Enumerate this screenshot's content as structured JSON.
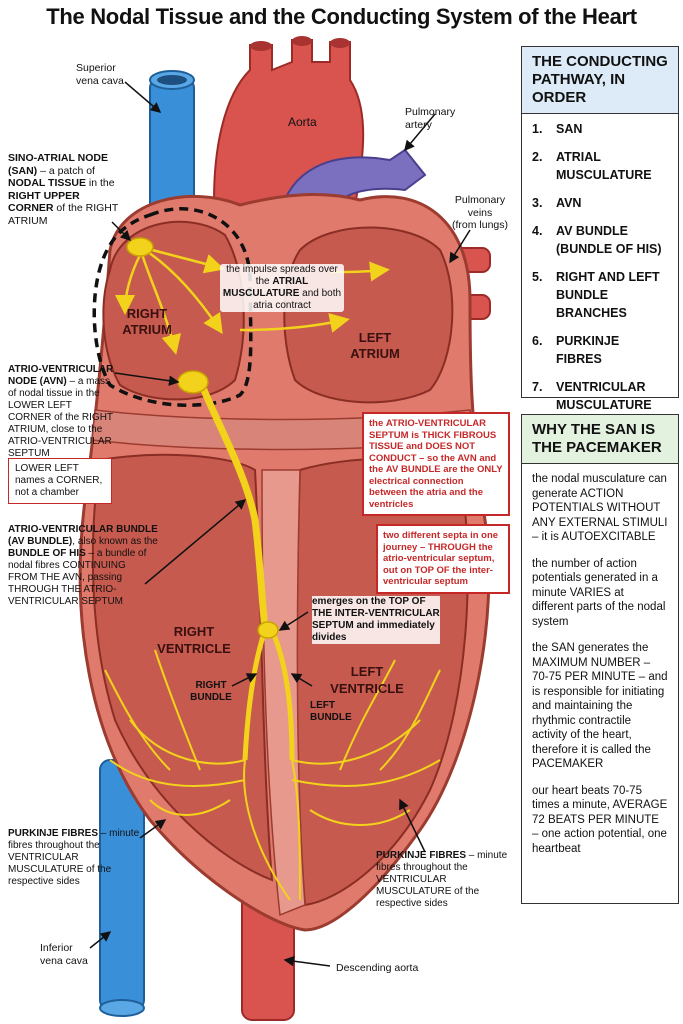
{
  "title": "The Nodal Tissue and the Conducting System of the Heart",
  "colors": {
    "vein_blue": "#3a8fd9",
    "artery_red": "#d9534f",
    "pulmonary_purple": "#7b6fbf",
    "conduction_yellow": "#f2d21b",
    "warning_red": "#c62828"
  },
  "vessels": {
    "svc": "Superior\nvena cava",
    "aorta": "Aorta",
    "pulmonary_artery": "Pulmonary\nartery",
    "pulmonary_veins": "Pulmonary\nveins\n(from lungs)",
    "ivc": "Inferior\nvena cava",
    "descending_aorta": "Descending aorta"
  },
  "chambers": {
    "right_atrium": "RIGHT\nATRIUM",
    "left_atrium": "LEFT\nATRIUM",
    "right_ventricle": "RIGHT\nVENTRICLE",
    "left_ventricle": "LEFT\nVENTRICLE"
  },
  "labels": {
    "san": {
      "b1": "SINO-ATRIAL NODE (SAN)",
      "t1": " – a patch of ",
      "b2": "NODAL TISSUE",
      "t2": " in the ",
      "b3": "RIGHT UPPER CORNER",
      "t3": " of the RIGHT ATRIUM"
    },
    "impulse": {
      "t1": "the impulse spreads over the ",
      "b1": "ATRIAL MUSCULATURE",
      "t2": " and both atria contract"
    },
    "avn": {
      "b1": "ATRIO-VENTRICULAR NODE (AVN)",
      "t1": " – a mass of nodal tissue in the LOWER LEFT CORNER of the RIGHT ATRIUM, close to the ATRIO-VENTRICULAR SEPTUM"
    },
    "lower_left_note": "LOWER LEFT names a CORNER, not a chamber",
    "av_bundle": {
      "b1": "ATRIO-VENTRICULAR BUNDLE (AV BUNDLE)",
      "t1": ", also known as the ",
      "b2": "BUNDLE OF HIS",
      "t2": " – a bundle of nodal fibres CONTINUING FROM THE AVN, passing THROUGH THE ATRIO-VENTRICULAR SEPTUM"
    },
    "septum_warning": {
      "t1": "the ",
      "b1": "ATRIO-VENTRICULAR SEPTUM",
      "t2": " is ",
      "b2": "THICK FIBROUS TISSUE",
      "t3": " and ",
      "b3": "DOES NOT CONDUCT",
      "t4": " – so the AVN and the ",
      "b4": "AV BUNDLE",
      "t5": " are the ",
      "b5": "ONLY",
      "t6": " electrical connection between the atria and the ventricles"
    },
    "two_septa": "two different septa in one journey – THROUGH the atrio-ventricular septum, out on TOP OF the inter-ventricular septum",
    "emerges": "emerges on the TOP OF THE INTER-VENTRICULAR SEPTUM and immediately divides",
    "right_bundle": "RIGHT\nBUNDLE",
    "left_bundle": "LEFT\nBUNDLE",
    "purkinje_left": {
      "b1": "PURKINJE FIBRES",
      "t1": " – minute fibres throughout the VENTRICULAR MUSCULATURE of the respective sides"
    },
    "purkinje_right": {
      "b1": "PURKINJE FIBRES",
      "t1": " – minute fibres throughout the VENTRICULAR MUSCULATURE of the respective sides"
    }
  },
  "pathway": {
    "heading": "THE CONDUCTING PATHWAY, IN ORDER",
    "steps": [
      {
        "n": "1.",
        "text": "SAN"
      },
      {
        "n": "2.",
        "text": "ATRIAL MUSCULATURE"
      },
      {
        "n": "3.",
        "text": "AVN"
      },
      {
        "n": "4.",
        "text": "AV BUNDLE (BUNDLE OF HIS)"
      },
      {
        "n": "5.",
        "text": "RIGHT AND LEFT BUNDLE BRANCHES"
      },
      {
        "n": "6.",
        "text": "PURKINJE FIBRES"
      },
      {
        "n": "7.",
        "text": "VENTRICULAR MUSCULATURE"
      }
    ]
  },
  "pacemaker": {
    "heading": "WHY THE SAN IS THE PACEMAKER",
    "p1": "the nodal musculature can generate ACTION POTENTIALS WITHOUT ANY EXTERNAL STIMULI – it is AUTOEXCITABLE",
    "p2": "the number of action potentials generated in a minute VARIES at different parts of the nodal system",
    "p3": "the SAN generates the MAXIMUM NUMBER – 70-75 PER MINUTE – and is responsible for initiating and maintaining the rhythmic contractile activity of the heart, therefore it is called the PACEMAKER",
    "p4": "our heart beats 70-75 times a minute, AVERAGE 72 BEATS PER MINUTE – one action potential, one heartbeat"
  }
}
